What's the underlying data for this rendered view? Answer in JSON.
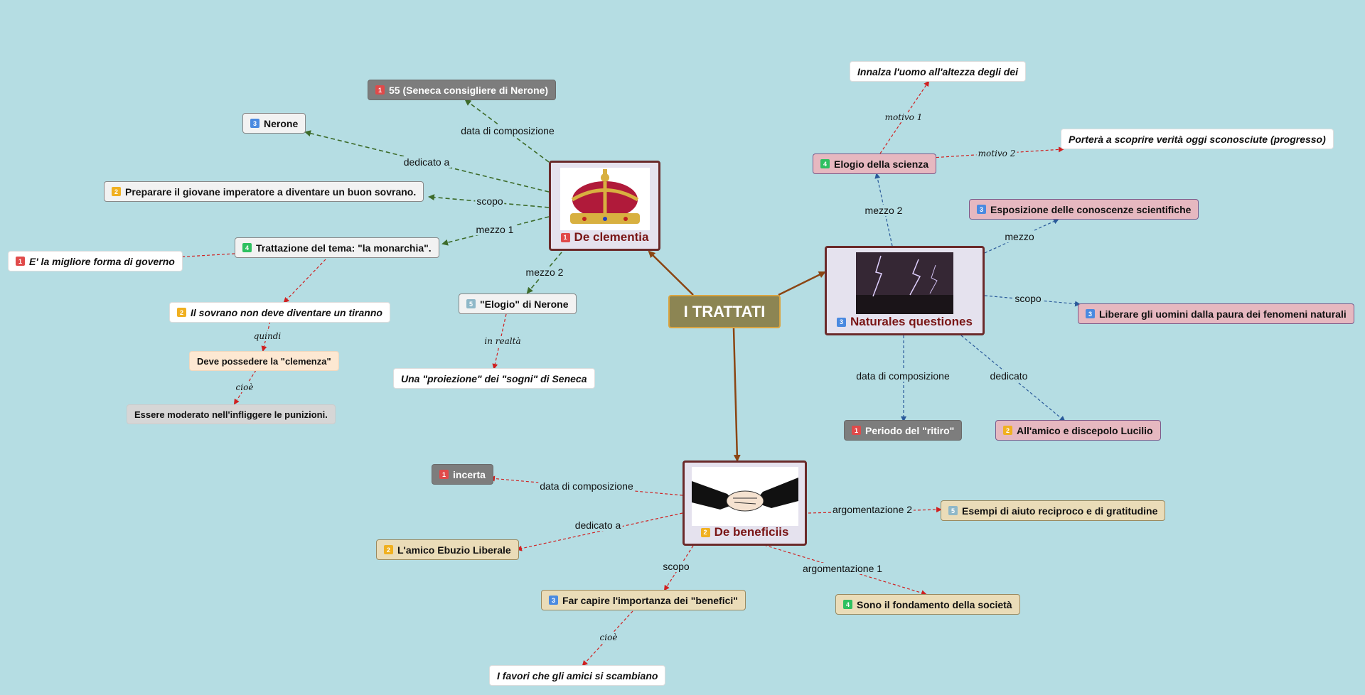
{
  "central": {
    "title": "I TRATTATI"
  },
  "de_clementia": {
    "title": "De clementia",
    "badge": "1",
    "date": {
      "text": "55 (Seneca consigliere di Nerone)",
      "badge": "1",
      "link": "data di composizione"
    },
    "dedicated": {
      "text": "Nerone",
      "badge": "3",
      "link": "dedicato a"
    },
    "purpose": {
      "text": "Preparare il giovane imperatore a diventare un buon sovrano.",
      "badge": "2",
      "link": "scopo"
    },
    "means1": {
      "text": "Trattazione del tema: \"la monarchia\".",
      "badge": "4",
      "link": "mezzo 1"
    },
    "best": {
      "text": "E' la migliore forma di governo",
      "badge": "1"
    },
    "tyrant": {
      "text": "Il sovrano non deve diventare un tiranno",
      "badge": "2"
    },
    "clemency": {
      "text": "Deve possedere la \"clemenza\"",
      "link": "quindi"
    },
    "moderate": {
      "text": "Essere moderato nell'infliggere le punizioni.",
      "link": "cioè"
    },
    "means2": {
      "text": "\"Elogio\" di Nerone",
      "badge": "5",
      "link": "mezzo 2"
    },
    "projection": {
      "text": "Una \"proiezione\" dei \"sogni\"  di Seneca",
      "link": "in realtà"
    }
  },
  "naturales": {
    "title": "Naturales questiones",
    "badge": "3",
    "praise": {
      "text": "Elogio della scienza",
      "badge": "4",
      "link": "mezzo 2"
    },
    "elevates": {
      "text": "Innalza l'uomo all'altezza degli dei",
      "link": "motivo 1"
    },
    "truths": {
      "text": "Porterà a scoprire verità oggi sconosciute (progresso)",
      "link": "motivo 2"
    },
    "exposition": {
      "text": "Esposizione delle conoscenze scientifiche",
      "badge": "3",
      "link": "mezzo"
    },
    "free": {
      "text": "Liberare gli uomini dalla paura dei fenomeni naturali",
      "badge": "3",
      "link": "scopo"
    },
    "period": {
      "text": "Periodo del \"ritiro\"",
      "badge": "1",
      "link": "data di composizione"
    },
    "friend": {
      "text": "All'amico e discepolo Lucilio",
      "badge": "2",
      "link": "dedicato"
    }
  },
  "de_beneficiis": {
    "title": "De beneficiis",
    "badge": "2",
    "date": {
      "text": "incerta",
      "badge": "1",
      "link": "data di composizione"
    },
    "dedicated": {
      "text": "L'amico Ebuzio Liberale",
      "badge": "2",
      "link": "dedicato a"
    },
    "purpose": {
      "text": "Far capire l'importanza dei \"benefici\"",
      "badge": "3",
      "link": "scopo"
    },
    "favors": {
      "text": "I favori che gli amici si scambiano",
      "link": "cioè"
    },
    "examples": {
      "text": "Esempi di aiuto reciproco e di gratitudine",
      "badge": "5",
      "link": "argomentazione 2"
    },
    "foundation": {
      "text": "Sono il fondamento della società",
      "badge": "4",
      "link": "argomentazione 1"
    }
  },
  "colors": {
    "background": "#b5dde3",
    "central": "#8c8553",
    "main_link": "#8b4513",
    "green_link": "#3d6b2a",
    "red_link": "#d02020",
    "blue_link": "#2a5a9a",
    "frame": "#6b2a2a"
  },
  "icons": [
    "crown-image",
    "lightning-image",
    "handshake-image"
  ]
}
